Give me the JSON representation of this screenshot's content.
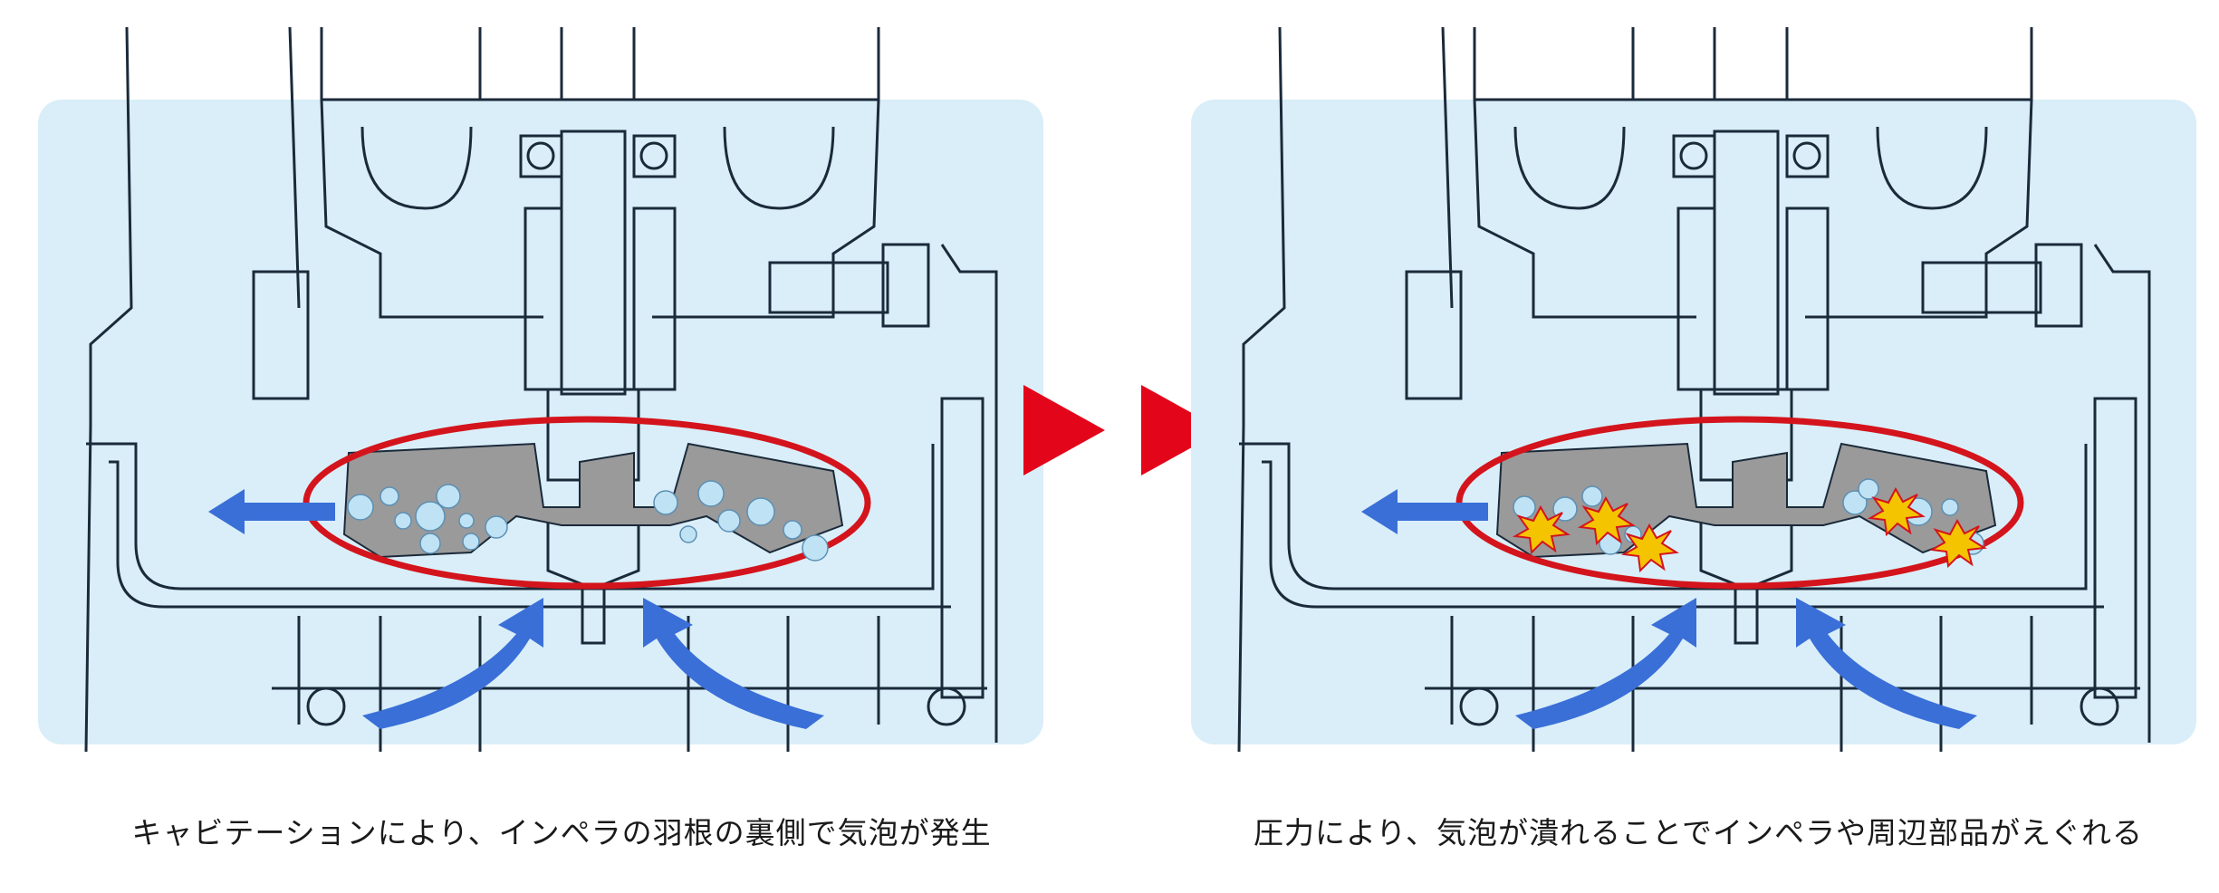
{
  "panels": [
    {
      "id": "before",
      "caption": "キャビテーションにより、インペラの羽根の裏側で気泡が発生",
      "state": "bubbles-forming"
    },
    {
      "id": "after",
      "caption": "圧力により、気泡が潰れることでインペラや周辺部品がえぐれる",
      "state": "bubbles-collapsing"
    }
  ],
  "transition": {
    "icon": "triangle-right-icon",
    "color": "#e3061a"
  },
  "colors": {
    "background_panel": "#d9eef8",
    "line": "#1b2a3a",
    "impeller": "#9a9a9a",
    "highlight_ellipse": "#d4141c",
    "flow_arrow": "#3a6fd8",
    "bubble": "#bfe3f5",
    "burst": "#f5c400"
  }
}
